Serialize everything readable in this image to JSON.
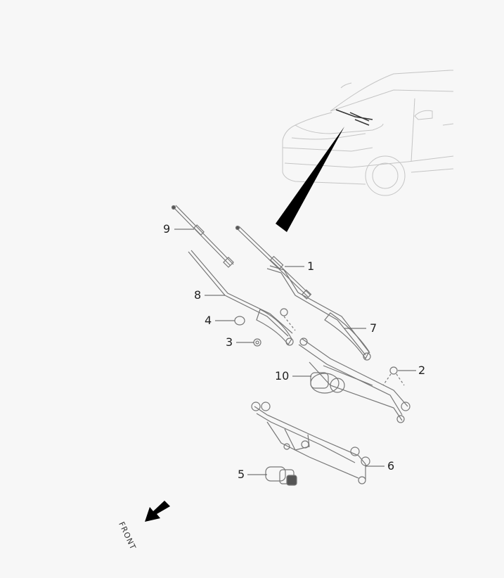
{
  "callouts": [
    {
      "num": "9",
      "part": "wiper-blade-passenger"
    },
    {
      "num": "1",
      "part": "wiper-blade-driver"
    },
    {
      "num": "8",
      "part": "wiper-arm-passenger"
    },
    {
      "num": "4",
      "part": "cap"
    },
    {
      "num": "7",
      "part": "wiper-arm-driver"
    },
    {
      "num": "3",
      "part": "nut"
    },
    {
      "num": "2",
      "part": "bolt"
    },
    {
      "num": "10",
      "part": "wiper-motor-linkage-assembly"
    },
    {
      "num": "6",
      "part": "wiper-linkage"
    },
    {
      "num": "5",
      "part": "wiper-motor"
    }
  ],
  "front_label": "FRONT",
  "colors": {
    "line": "#888888",
    "arrow": "#000000",
    "text": "#222222"
  }
}
